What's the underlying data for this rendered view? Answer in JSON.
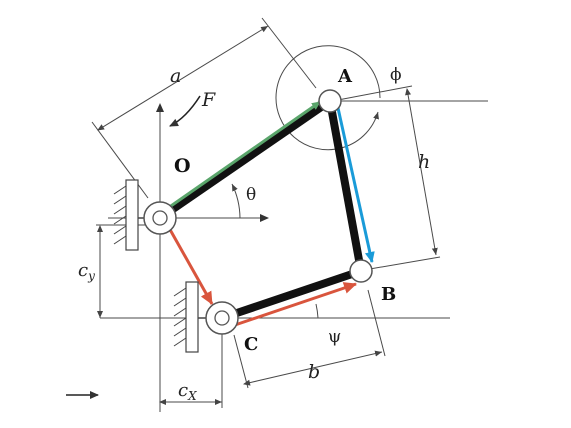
{
  "figure": {
    "points": {
      "O": "O",
      "A": "A",
      "B": "B",
      "C": "C"
    },
    "dimensions": {
      "a": "a",
      "b": "b",
      "h": "h",
      "cx": "c",
      "cx_sub": "X",
      "cy": "c",
      "cy_sub": "y"
    },
    "angles": {
      "theta": "θ",
      "phi": "ϕ",
      "psi": "ψ"
    },
    "force": "F",
    "colors": {
      "link": "#111111",
      "vector_a": "#5aa56b",
      "vector_h": "#1a9bd8",
      "vector_c": "#d9553d",
      "vector_b": "#d9553d",
      "pivot_fill": "#ffffff",
      "ground": "#444444"
    }
  }
}
